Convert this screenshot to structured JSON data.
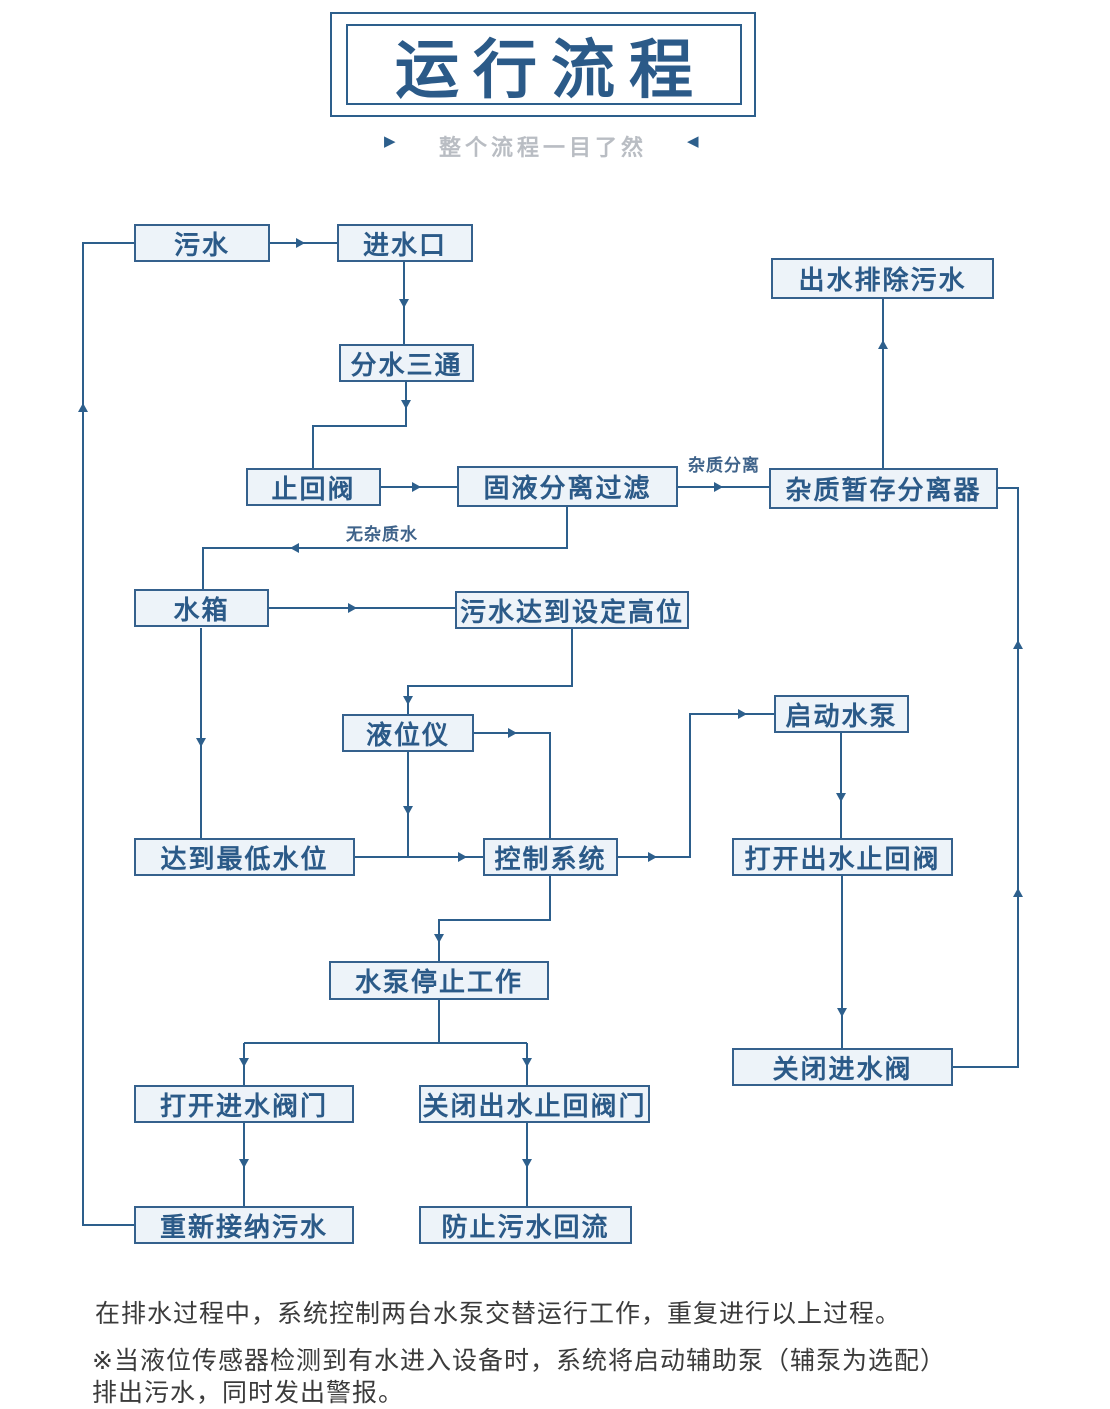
{
  "header": {
    "title": "运行流程",
    "subtitle": "整个流程一目了然",
    "left_pointer": "▶",
    "right_pointer": "◀"
  },
  "flowchart": {
    "nodes": [
      {
        "id": "sewage",
        "label": "污水"
      },
      {
        "id": "water-inlet",
        "label": "进水口"
      },
      {
        "id": "water-splitter-tee",
        "label": "分水三通"
      },
      {
        "id": "check-valve",
        "label": "止回阀"
      },
      {
        "id": "solid-liquid-separation-filter",
        "label": "固液分离过滤"
      },
      {
        "id": "impurity-storage-separator",
        "label": "杂质暂存分离器"
      },
      {
        "id": "outlet-discharge-sewage",
        "label": "出水排除污水"
      },
      {
        "id": "water-tank",
        "label": "水箱"
      },
      {
        "id": "sewage-reaches-set-high-level",
        "label": "污水达到设定高位"
      },
      {
        "id": "level-gauge",
        "label": "液位仪"
      },
      {
        "id": "start-pump",
        "label": "启动水泵"
      },
      {
        "id": "reach-lowest-water-level",
        "label": "达到最低水位"
      },
      {
        "id": "control-system",
        "label": "控制系统"
      },
      {
        "id": "open-outlet-check-valve",
        "label": "打开出水止回阀"
      },
      {
        "id": "pump-stops-working",
        "label": "水泵停止工作"
      },
      {
        "id": "close-inlet-valve",
        "label": "关闭进水阀"
      },
      {
        "id": "open-inlet-valve",
        "label": "打开进水阀门"
      },
      {
        "id": "close-outlet-check-valve",
        "label": "关闭出水止回阀门"
      },
      {
        "id": "re-accept-sewage",
        "label": "重新接纳污水"
      },
      {
        "id": "prevent-sewage-backflow",
        "label": "防止污水回流"
      }
    ],
    "edge_labels": [
      {
        "id": "impurity-separation",
        "label": "杂质分离"
      },
      {
        "id": "impurity-free-water",
        "label": "无杂质水"
      }
    ]
  },
  "footer": {
    "line1": "在排水过程中，系统控制两台水泵交替运行工作，重复进行以上过程。",
    "line2": "※当液位传感器检测到有水进入设备时，系统将启动辅助泵（辅泵为选配）",
    "line3": "排出污水，同时发出警报。"
  },
  "colors": {
    "accent": "#2d5f8c",
    "node_fill": "#edf3f9",
    "node_text": "#2b5a88",
    "subtitle_gray": "#b9bdc3",
    "body_text": "#3b3b3b"
  }
}
